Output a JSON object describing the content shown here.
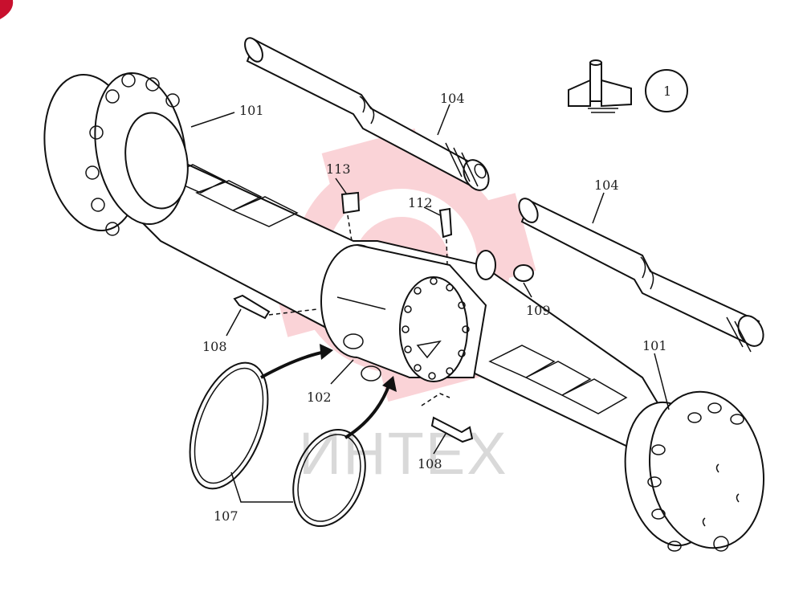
{
  "watermark": {
    "text": "ИНТЕХ",
    "color": "#f4a0a8"
  },
  "symbol": {
    "circle_label": "1"
  },
  "labels": {
    "p101_top": "101",
    "p101_bottom": "101",
    "p102": "102",
    "p104_top": "104",
    "p104_mid": "104",
    "p107": "107",
    "p108_left": "108",
    "p108_right": "108",
    "p109": "109",
    "p112": "112",
    "p113": "113"
  }
}
